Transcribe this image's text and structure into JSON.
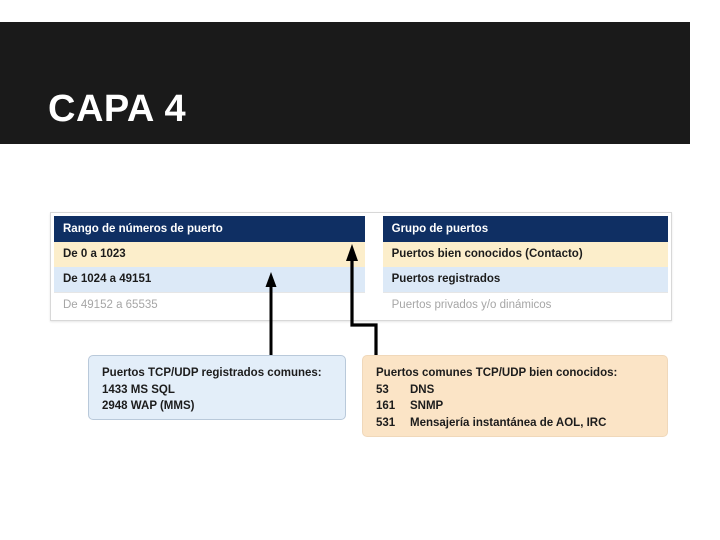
{
  "slide": {
    "title": "CAPA 4",
    "background_color": "#ffffff",
    "band_color": "#1a1a1a",
    "title_color": "#ffffff"
  },
  "table": {
    "header_color": "#0f2f63",
    "headers": [
      "Rango de números de puerto",
      "Grupo de puertos"
    ],
    "rows": [
      {
        "range": "De 0 a 1023",
        "group": "Puertos bien conocidos (Contacto)",
        "row_color": "#fceecb"
      },
      {
        "range": "De 1024 a 49151",
        "group": "Puertos registrados",
        "row_color": "#dce9f7"
      },
      {
        "range": "De 49152 a 65535",
        "group": "Puertos privados y/o dinámicos",
        "row_color": "#ffffff"
      }
    ]
  },
  "callouts": {
    "registered": {
      "title": "Puertos TCP/UDP registrados comunes:",
      "entries": [
        {
          "port": "1433",
          "service": "MS SQL"
        },
        {
          "port": "2948",
          "service": "WAP (MMS)"
        }
      ],
      "color": "#e3eef9"
    },
    "well_known": {
      "title": "Puertos comunes TCP/UDP bien conocidos:",
      "entries": [
        {
          "port": "53",
          "service": "DNS"
        },
        {
          "port": "161",
          "service": "SNMP"
        },
        {
          "port": "531",
          "service": "Mensajería instantánea de AOL, IRC"
        }
      ],
      "color": "#fbe4c6"
    }
  },
  "arrows": {
    "registered_arrow": "arrow-up-icon",
    "well_known_arrow": "arrow-elbow-up-icon",
    "color": "#000000"
  }
}
